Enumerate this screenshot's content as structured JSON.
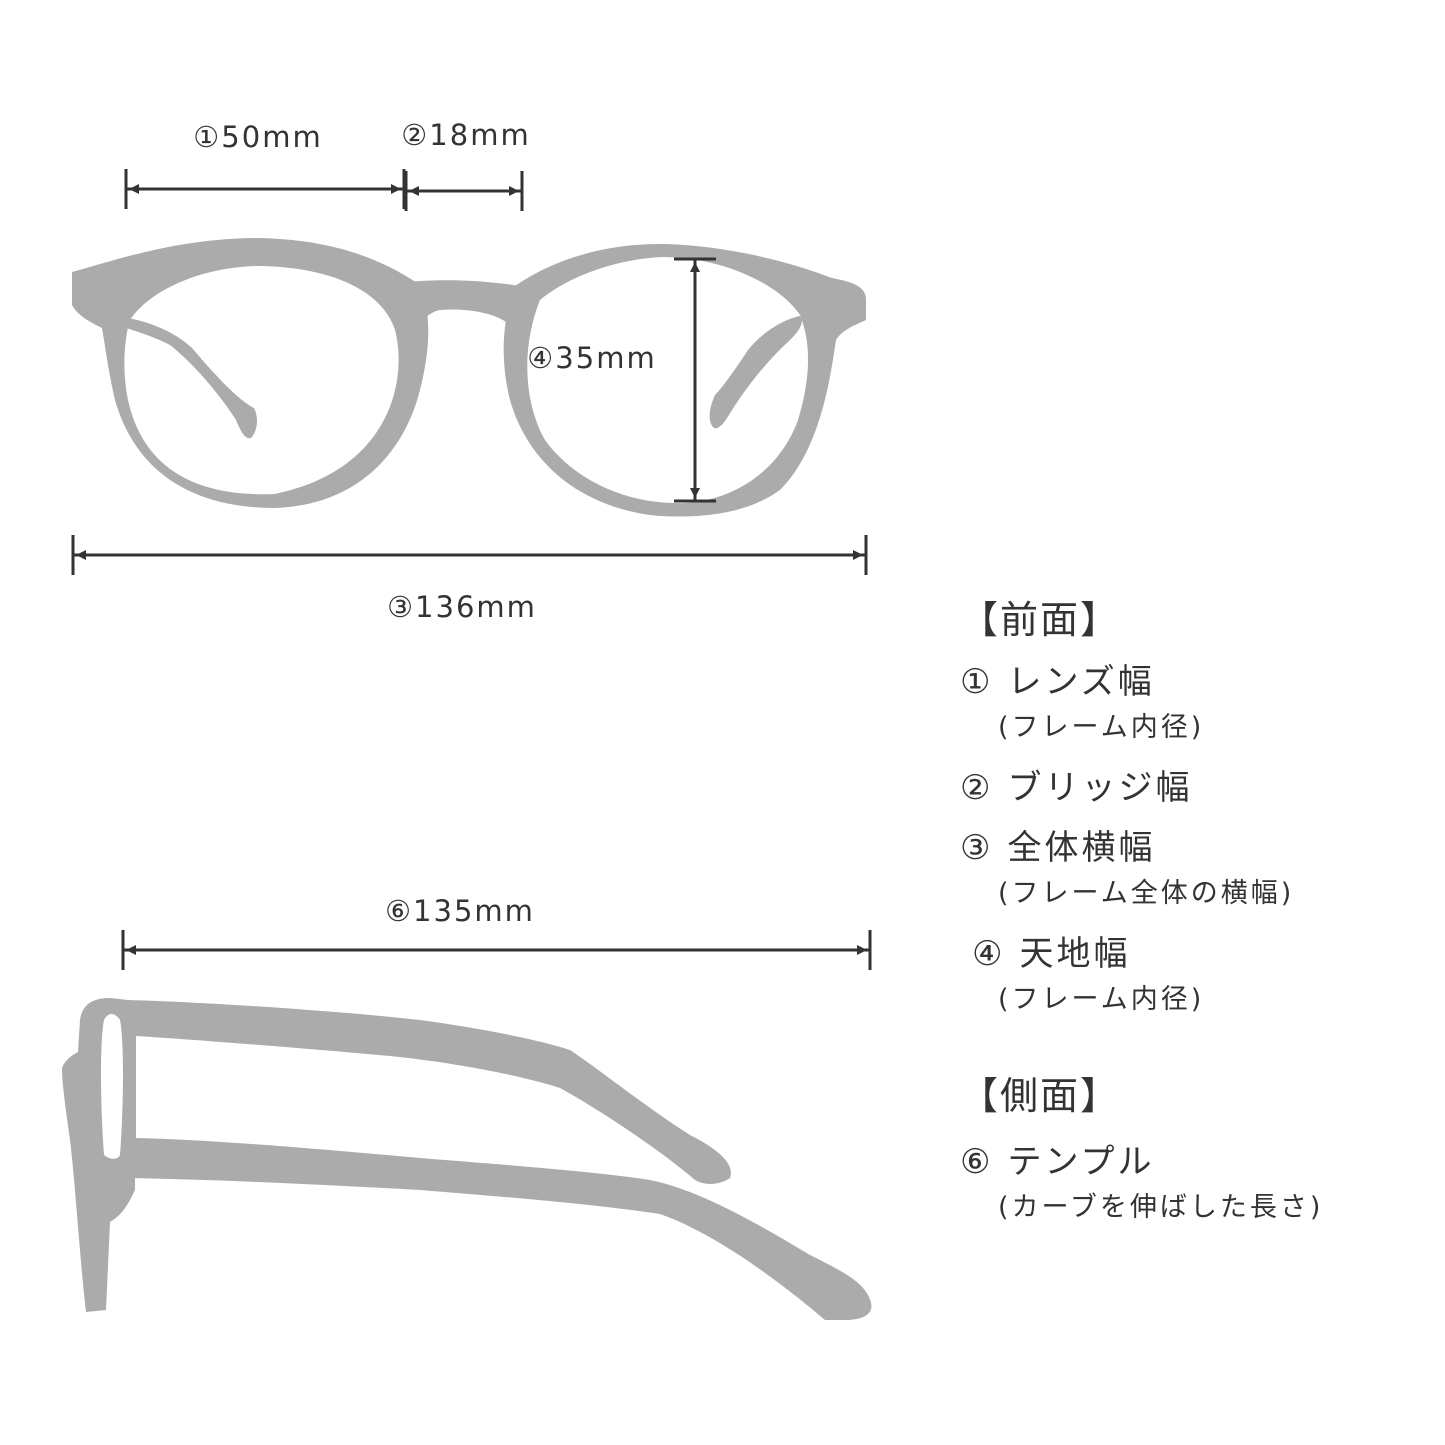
{
  "colors": {
    "frame": "#ababab",
    "line": "#333333",
    "background": "#ffffff"
  },
  "dimensions": {
    "lens_width": "①50mm",
    "bridge_width": "②18mm",
    "total_width": "③136mm",
    "lens_height": "④35mm",
    "temple_length": "⑥135mm"
  },
  "legend": {
    "front": {
      "title": "【前面】",
      "items": [
        {
          "num": "①",
          "label": "レンズ幅",
          "note": "(フレーム内径)"
        },
        {
          "num": "②",
          "label": "ブリッジ幅",
          "note": ""
        },
        {
          "num": "③",
          "label": "全体横幅",
          "note": "(フレーム全体の横幅)"
        },
        {
          "num": "④",
          "label": "天地幅",
          "note": "(フレーム内径)"
        }
      ]
    },
    "side": {
      "title": "【側面】",
      "items": [
        {
          "num": "⑥",
          "label": "テンプル",
          "note": "(カーブを伸ばした長さ)"
        }
      ]
    }
  }
}
